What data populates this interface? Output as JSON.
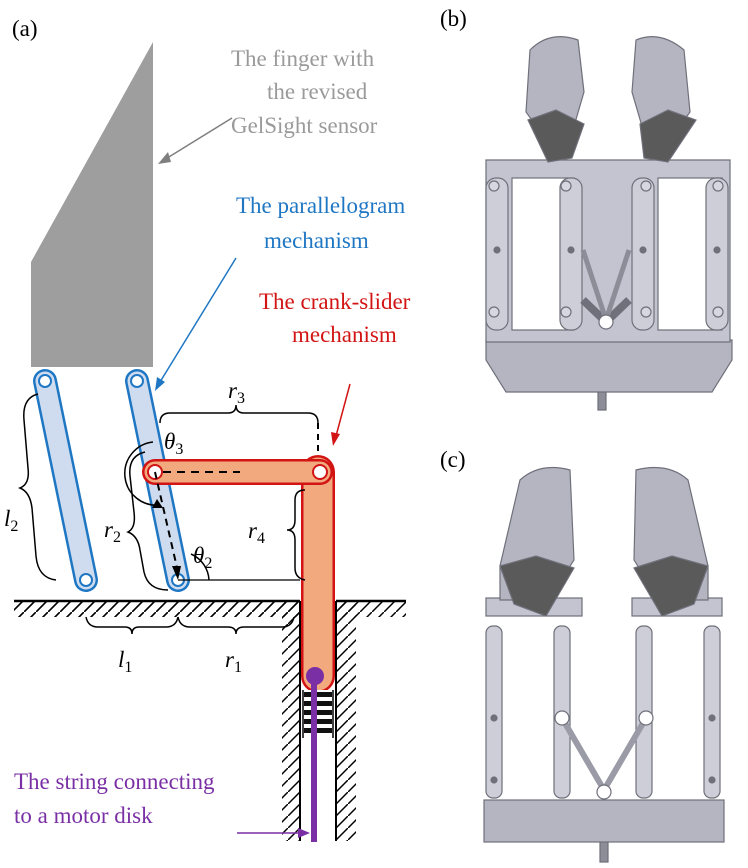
{
  "panels": {
    "a": "(a)",
    "b": "(b)",
    "c": "(c)"
  },
  "labels": {
    "finger_line1": "The finger with",
    "finger_line2": "the revised",
    "finger_line3": "GelSight sensor",
    "parallelogram_line1": "The parallelogram",
    "parallelogram_line2": "mechanism",
    "crank_line1": "The crank-slider",
    "crank_line2": "mechanism",
    "string_line1": "The string connecting",
    "string_line2": "to a motor disk"
  },
  "symbols": {
    "l1": "l",
    "l1_sub": "1",
    "l2": "l",
    "l2_sub": "2",
    "r1": "r",
    "r1_sub": "1",
    "r2": "r",
    "r2_sub": "2",
    "r3": "r",
    "r3_sub": "3",
    "r4": "r",
    "r4_sub": "4",
    "theta2": "θ",
    "theta2_sub": "2",
    "theta3": "θ",
    "theta3_sub": "3"
  },
  "colors": {
    "finger_gray": "#9e9e9e",
    "parallelogram_blue": "#1f77c4",
    "link_fill_blue": "#cfdcef",
    "crank_red": "#d21414",
    "crank_fill": "#f2a97e",
    "string_purple": "#7a2fa5",
    "cad_gray": "#bfc0cc",
    "cad_dark": "#5a5a5a"
  }
}
